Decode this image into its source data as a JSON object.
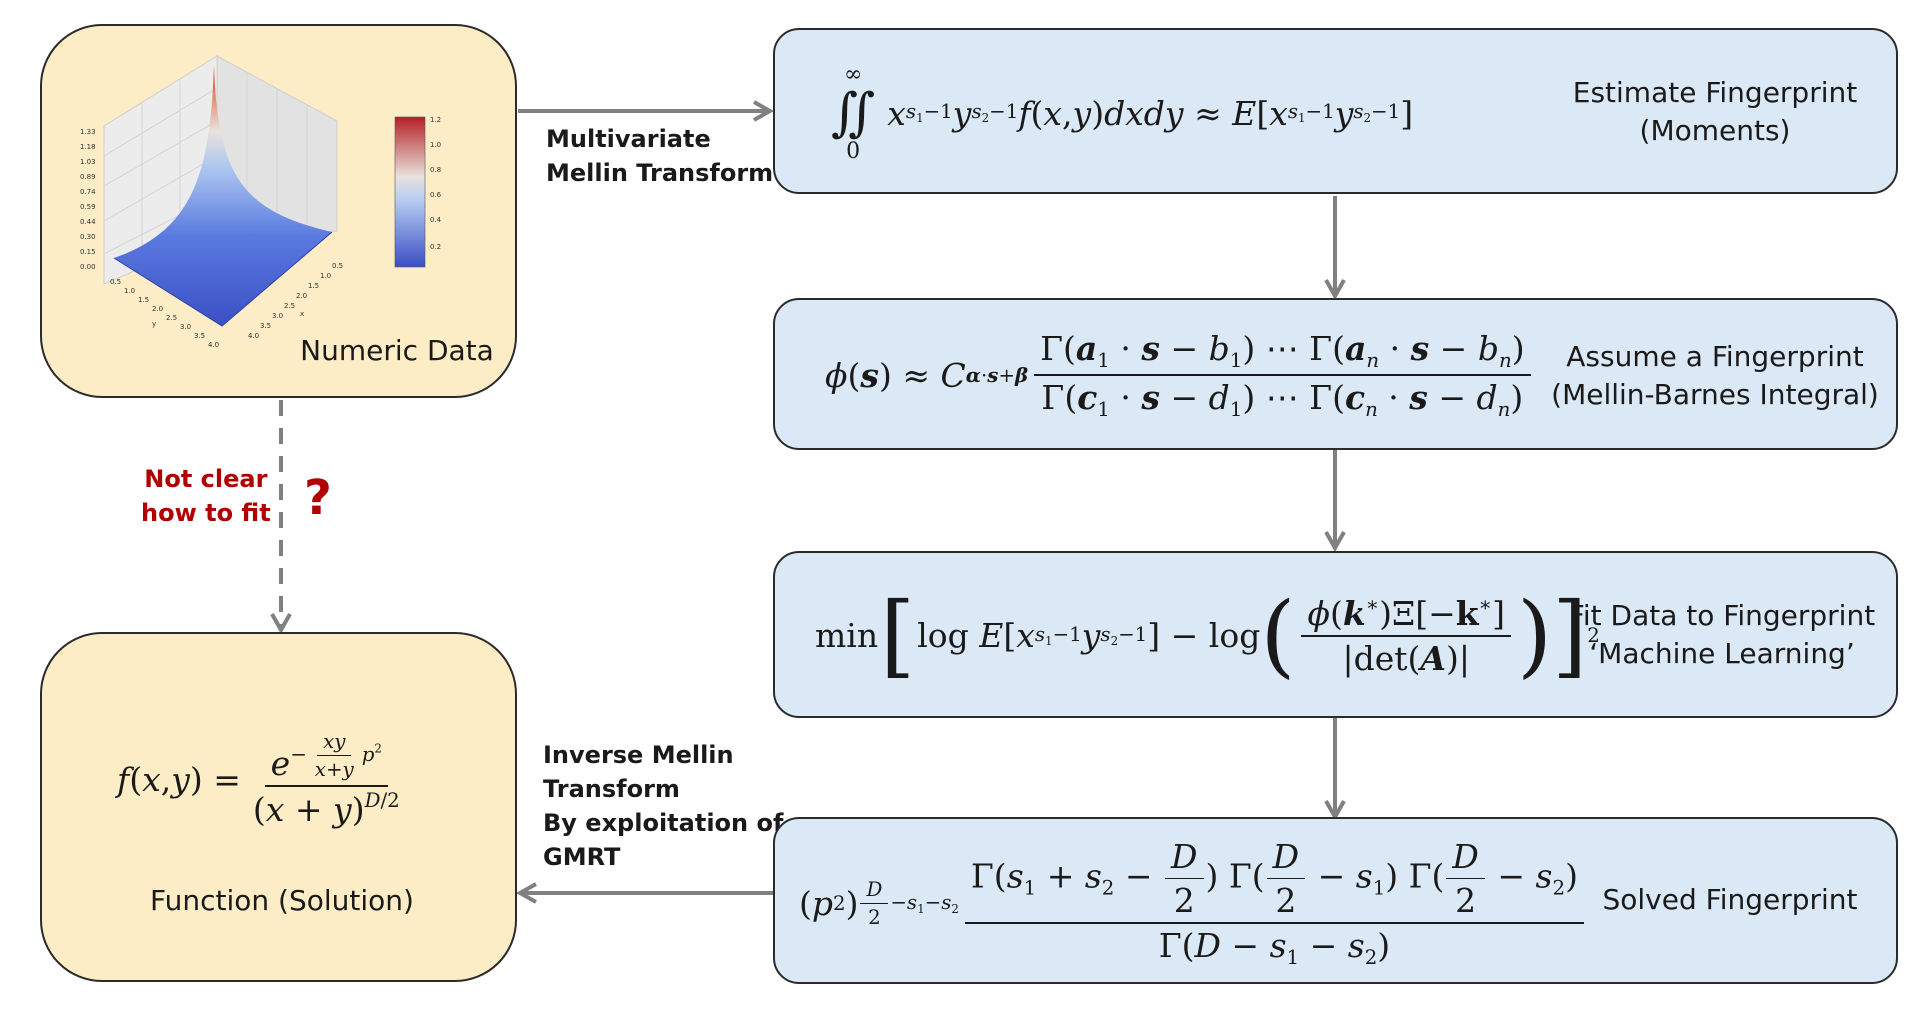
{
  "numeric_data_box": {
    "label": "Numeric Data"
  },
  "solution_box": {
    "label": "Function (Solution)"
  },
  "side_labels": {
    "mellin": [
      "Multivariate",
      "Mellin Transform"
    ],
    "not_clear": [
      "Not clear",
      "how to fit"
    ],
    "question": "?",
    "inverse": [
      "Inverse Mellin",
      "Transform",
      "By exploitation of",
      "GMRT"
    ]
  },
  "steps": [
    {
      "label": [
        "Estimate Fingerprint",
        "(Moments)"
      ]
    },
    {
      "label": [
        "Assume a Fingerprint",
        "(Mellin-Barnes Integral)"
      ]
    },
    {
      "label": [
        "Fit Data to Fingerprint",
        "‘Machine Learning’"
      ]
    },
    {
      "label": [
        "Solved Fingerprint"
      ]
    }
  ],
  "surface_plot": {
    "z_ticks": [
      "1.33",
      "1.18",
      "1.03",
      "0.89",
      "0.74",
      "0.59",
      "0.44",
      "0.30",
      "0.15",
      "0.00"
    ],
    "x_ticks": [
      "0.5",
      "1.0",
      "1.5",
      "2.0",
      "2.5",
      "3.0",
      "3.5",
      "4.0"
    ],
    "y_ticks": [
      "0.5",
      "1.0",
      "1.5",
      "2.0",
      "2.5",
      "3.0",
      "3.5",
      "4.0"
    ],
    "x_label": "x",
    "y_label": "y",
    "colorbar_ticks": [
      "1.2",
      "1.0",
      "0.8",
      "0.6",
      "0.4",
      "0.2"
    ],
    "colors": {
      "low": "#3a4fc4",
      "mid": "#e8e2dd",
      "high": "#c0282c"
    }
  },
  "colors": {
    "cream": "#fdedc6",
    "blue": "#dbe8f5",
    "arrow": "#808080",
    "red": "#b00000"
  }
}
